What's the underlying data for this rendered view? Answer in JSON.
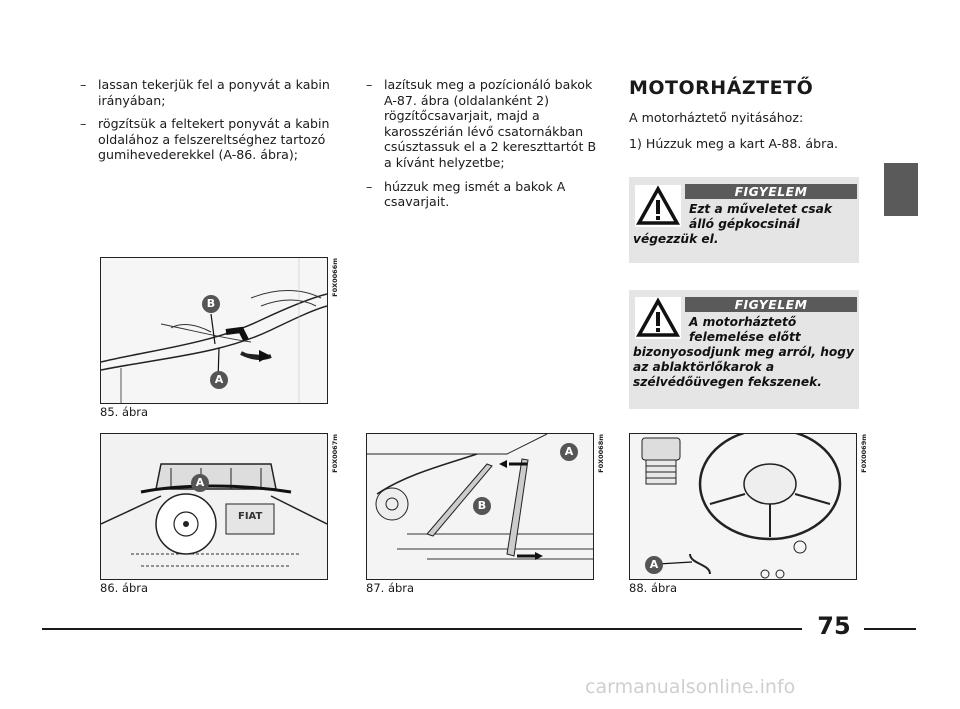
{
  "col1": {
    "bullets": [
      "lassan tekerjük fel a ponyvát a kabin irányában;",
      "rögzítsük a feltekert ponyvát a kabin oldalához a felszereltséghez tartozó gumihevederekkel (A-86. ábra);"
    ]
  },
  "col2": {
    "bullets": [
      "lazítsuk meg a pozícionáló bakok A-87. ábra (oldalanként 2) rögzítőcsavarjait, majd a karosszérián lévő csatornákban csúsztassuk el a 2 kereszttartót B a kívánt helyzetbe;",
      "húzzuk meg ismét a bakok A csavarjait."
    ]
  },
  "col3": {
    "title": "MOTORHÁZTETŐ",
    "intro": "A motorháztető nyitásához:",
    "step": "1) Húzzuk meg a kart A-88. ábra."
  },
  "warnings": [
    {
      "label": "FIGYELEM",
      "line1": "Ezt a műveletet csak",
      "line2": "álló gépkocsinál",
      "rest": "végezzük el."
    },
    {
      "label": "FIGYELEM",
      "line1": "A motorháztető",
      "line2": "felemelése előtt",
      "rest": "bizonyosodjunk meg arról, hogy az ablaktörlőkarok a szélvédőüvegen fekszenek."
    }
  ],
  "figures": {
    "f85": {
      "caption": "85. ábra",
      "code": "F0X0066m",
      "labels": [
        "A",
        "B"
      ]
    },
    "f86": {
      "caption": "86. ábra",
      "code": "F0X0067m",
      "labels": [
        "A"
      ],
      "brand": "FIAT"
    },
    "f87": {
      "caption": "87. ábra",
      "code": "F0X0068m",
      "labels": [
        "A",
        "B"
      ]
    },
    "f88": {
      "caption": "88. ábra",
      "code": "F0X0069m",
      "labels": [
        "A"
      ]
    }
  },
  "page_number": "75",
  "watermark": "carmanualsonline.info"
}
